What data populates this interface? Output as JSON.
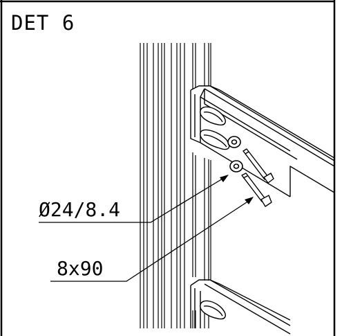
{
  "detail": {
    "title": "DET 6"
  },
  "callouts": {
    "washer": "Ø24/8.4",
    "bolt": "8x90"
  },
  "colors": {
    "line": "#000000",
    "background": "#ffffff"
  }
}
